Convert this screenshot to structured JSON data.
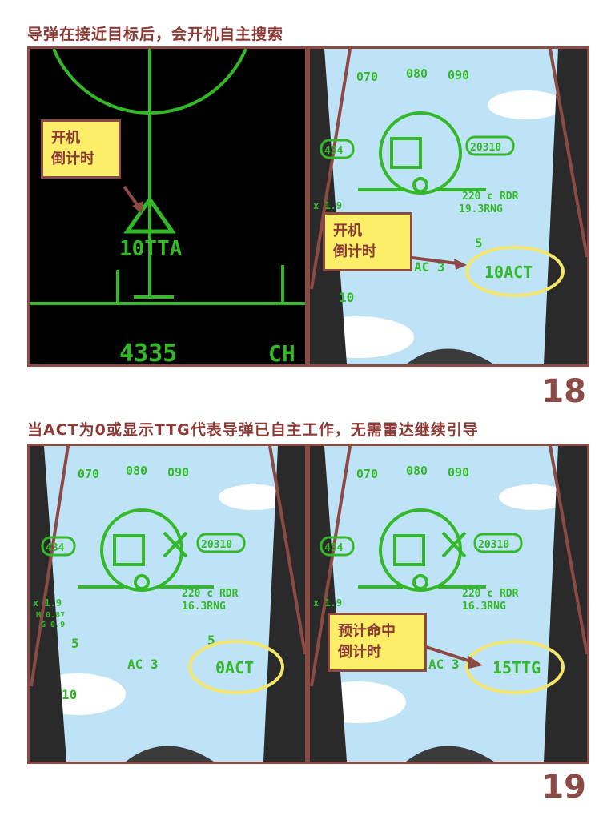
{
  "captions": {
    "top": "导弹在接近目标后，会开机自主搜索",
    "bottom": "当ACT为0或显示TTG代表导弹已自主工作，无需雷达继续引导"
  },
  "page_numbers": {
    "top": "18",
    "bottom": "19"
  },
  "panel1": {
    "callout": [
      "开机",
      "倒计时"
    ],
    "readout": "10TTA",
    "bottom_left": "4335",
    "bottom_right": "CH"
  },
  "hud": {
    "heading_left": "070",
    "heading_mid": "080",
    "heading_right": "090",
    "left_box": "434",
    "right_box": "20310",
    "rdr_line": "220 c RDR",
    "rng_panel2": "19.3RNG",
    "rng_panel34": "16.3RNG",
    "g_load": "x 1.9",
    "mach": "M 0.87",
    "g_other": "G 0.9",
    "scale_top": "5",
    "scale_bottom": "10",
    "ac_label": "AC 3"
  },
  "panel2": {
    "callout": [
      "开机",
      "倒计时"
    ],
    "readout": "10ACT"
  },
  "panel3": {
    "readout": "0ACT"
  },
  "panel4": {
    "callout": [
      "预计命中",
      "倒计时"
    ],
    "readout": "15TTG"
  },
  "colors": {
    "hud_green": "#33b828",
    "sky": "#bfe3f6",
    "frame": "#8b4a44",
    "highlight": "#f3e66a",
    "callout_bg": "#fdee6a"
  }
}
